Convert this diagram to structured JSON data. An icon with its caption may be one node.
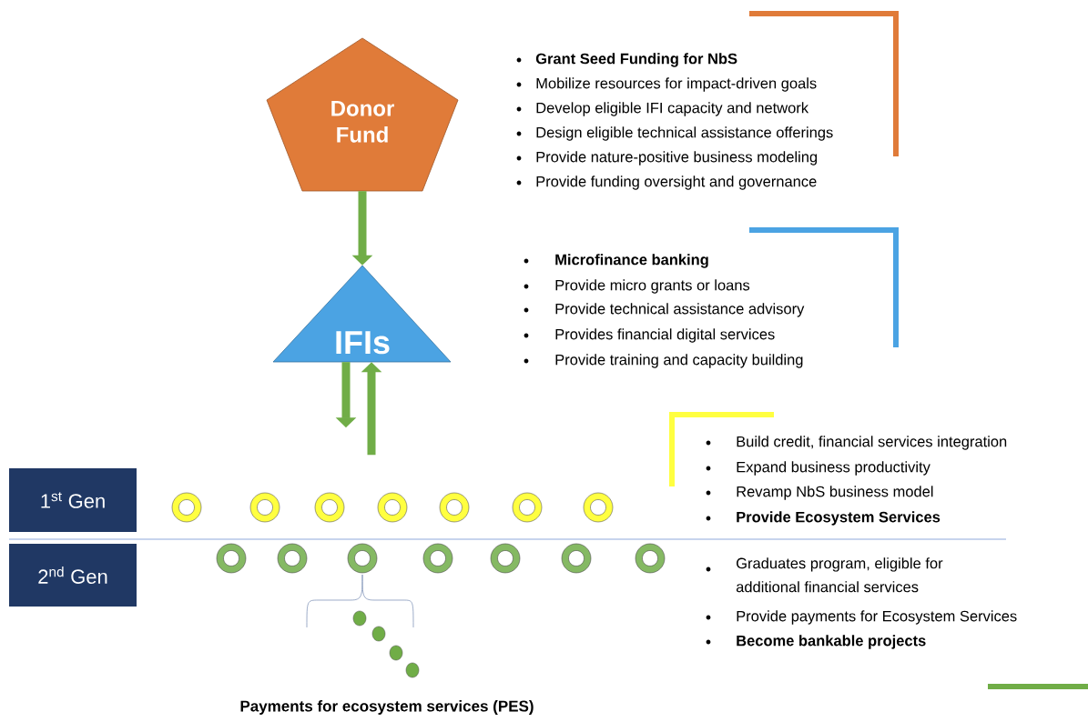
{
  "diagram": {
    "nodes": [
      {
        "text": [
          "Donor Fund"
        ]
      },
      {
        "text": [
          "IFIs"
        ]
      },
      {
        "text": [
          "1$^{st}$ Gen"
        ]
      },
      {
        "text": [
          "2$^{nd}$ Gen"
        ]
      }
    ],
    "edges": [
      {
        "from": 0,
        "to": 1,
        "arrow": "to"
      },
      {
        "from": 1,
        "to": null,
        "arrow": "to"
      },
      {
        "from": null,
        "to": 1,
        "arrow": "to"
      }
    ],
    "labels": [
      "Grant Seed Funding for NbS",
      "Mobilize resources for impact-driven goals",
      "Develop eligible IFI capacity and network",
      "Design eligible technical assistance offerings",
      "Provide nature-positive business modeling",
      "Provide funding oversight and governance",
      "Microfinance banking",
      "Provide micro grants or loans",
      "Provide technical assistance advisory",
      "Provides financial digital services",
      "Provide training and capacity building",
      "Build credit, financial services integration",
      "Expand business productivity",
      "Revamp NbS business model",
      "Provide Ecosystem Services",
      "Graduates program, eligible for additional financial services",
      "Provide payments for Ecosystem Services",
      "Become bankable projects",
      "Payments for ecosystem services (PES)"
    ]
  }
}
